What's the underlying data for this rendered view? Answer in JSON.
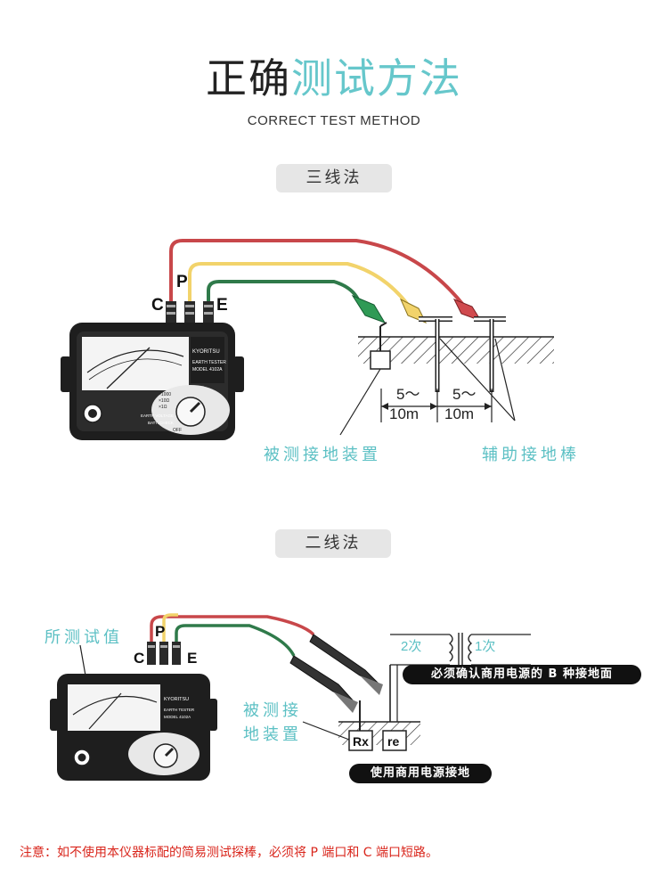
{
  "header": {
    "title_dark": "正确",
    "title_accent": "测试方法",
    "subtitle": "CORRECT TEST METHOD"
  },
  "section1": {
    "pill": "三线法",
    "terminal_c": "C",
    "terminal_p": "P",
    "terminal_e": "E",
    "distance1_top": "5～",
    "distance1_bottom": "10m",
    "distance2_top": "5～",
    "distance2_bottom": "10m",
    "label_device": "被测接地装置",
    "label_aux": "辅助接地棒",
    "meter_brand": "KYORITSU",
    "meter_line1": "EARTH TESTER",
    "meter_line2": "MODEL 4102A",
    "meter_range1": "×1000",
    "meter_range2": "×10Ω",
    "meter_range3": "×1Ω",
    "meter_mode1": "EARTH VOLTAGE",
    "meter_mode2": "BATT. CHECK",
    "meter_off": "OFF"
  },
  "section2": {
    "pill": "二线法",
    "label_reading": "所测试值",
    "terminal_c": "C",
    "terminal_p": "P",
    "terminal_e": "E",
    "label_device_line1": "被测接",
    "label_device_line2": "地装置",
    "secondary": "2次",
    "primary": "1次",
    "rx": "Rx",
    "re": "re",
    "callout_top": "必须确认商用电源的 B 种接地面",
    "callout_bottom": "使用商用电源接地",
    "meter_brand": "KYORITSU",
    "meter_line1": "EARTH TESTER",
    "meter_line2": "MODEL 4102A"
  },
  "footer": {
    "note": "注意：如不使用本仪器标配的简易测试探棒，必须将 P 端口和 C 端口短路。"
  },
  "colors": {
    "accent": "#66c7cb",
    "lead_red": "#c8474a",
    "lead_yellow": "#f2d36b",
    "lead_green": "#2f7a4a",
    "note_red": "#d9261c"
  }
}
